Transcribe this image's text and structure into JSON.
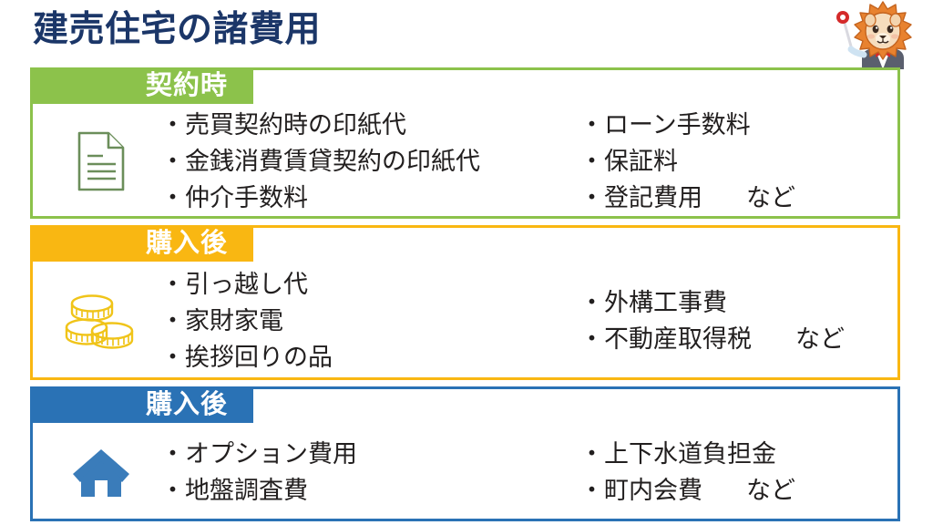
{
  "page": {
    "title": "建売住宅の諸費用",
    "title_color": "#1b3668",
    "background": "#ffffff"
  },
  "mascot": {
    "name": "lion-mascot-with-pointer",
    "mane_color": "#e8822f",
    "face_color": "#f3d4ae",
    "bowtie_color": "#d42a2a",
    "suit_color": "#4a4a58",
    "pointer_color": "#d42a2a"
  },
  "sections": [
    {
      "id": "contract",
      "label": "契約時",
      "accent": "#8cc24b",
      "icon": "document-icon",
      "icon_color": "#6b8e5a",
      "left_items": [
        "・売買契約時の印紙代",
        "・金銭消費賃貸契約の印紙代",
        "・仲介手数料"
      ],
      "right_items": [
        "・ローン手数料",
        "・保証料",
        "・登記費用"
      ],
      "suffix": "など"
    },
    {
      "id": "after-purchase-1",
      "label": "購入後",
      "accent": "#f9b712",
      "icon": "coins-icon",
      "icon_color": "#f0c419",
      "left_items": [
        "・引っ越し代",
        "・家財家電",
        "・挨拶回りの品"
      ],
      "right_items": [
        "・外構工事費",
        "・不動産取得税"
      ],
      "suffix": "など"
    },
    {
      "id": "after-purchase-2",
      "label": "購入後",
      "accent": "#2a72b5",
      "icon": "house-icon",
      "icon_color": "#3a7cba",
      "left_items": [
        "・オプション費用",
        "・地盤調査費"
      ],
      "right_items": [
        "・上下水道負担金",
        "・町内会費"
      ],
      "suffix": "など"
    }
  ]
}
